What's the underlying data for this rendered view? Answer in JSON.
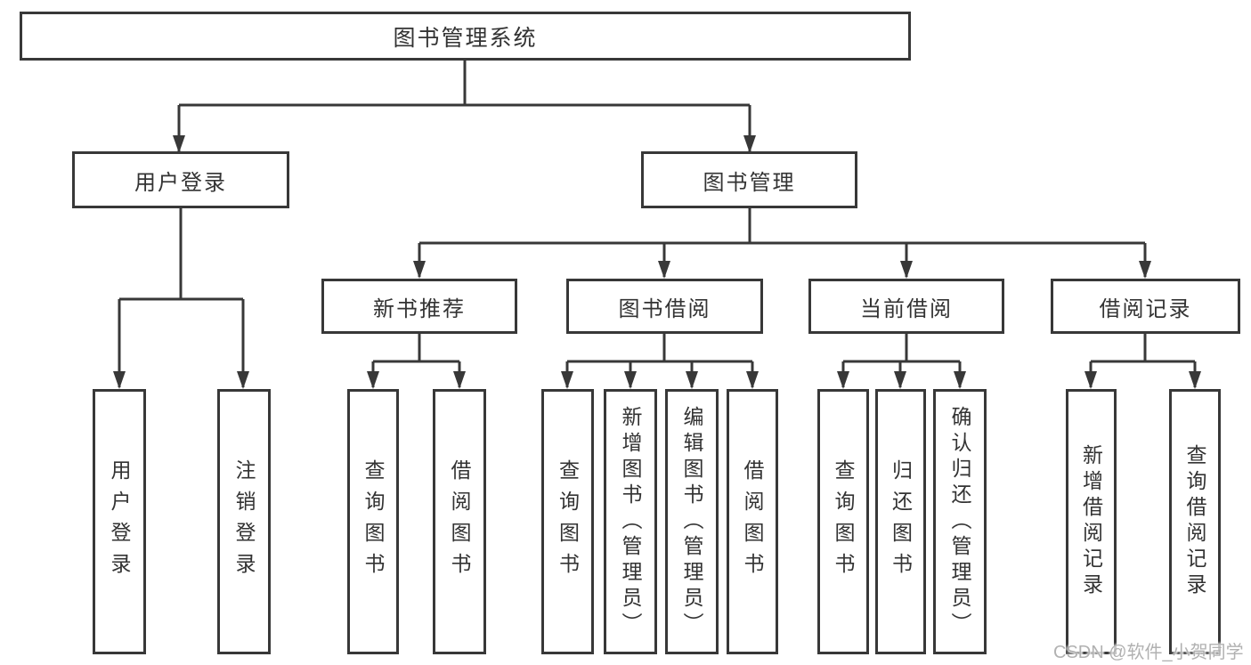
{
  "diagram": {
    "root": {
      "label": "图书管理系统"
    },
    "level2": [
      {
        "label": "用户登录"
      },
      {
        "label": "图书管理"
      }
    ],
    "level3": [
      {
        "label": "新书推荐"
      },
      {
        "label": "图书借阅"
      },
      {
        "label": "当前借阅"
      },
      {
        "label": "借阅记录"
      }
    ],
    "leaves": {
      "user_login": [
        {
          "label": "用户登录"
        },
        {
          "label": "注销登录"
        }
      ],
      "new_book_recommend": [
        {
          "label": "查询图书"
        },
        {
          "label": "借阅图书"
        }
      ],
      "book_borrow": [
        {
          "label": "查询图书"
        },
        {
          "label": "新增图书（管理员）"
        },
        {
          "label": "编辑图书（管理员）"
        },
        {
          "label": "借阅图书"
        }
      ],
      "current_borrow": [
        {
          "label": "查询图书"
        },
        {
          "label": "归还图书"
        },
        {
          "label": "确认归还（管理员）"
        }
      ],
      "borrow_records": [
        {
          "label": "新增借阅记录"
        },
        {
          "label": "查询借阅记录"
        }
      ]
    },
    "watermark": "CSDN @软件_小贺同学"
  },
  "colors": {
    "line": "#383838",
    "text": "#333333",
    "background": "#ffffff",
    "watermark": "#b1b1b1"
  }
}
